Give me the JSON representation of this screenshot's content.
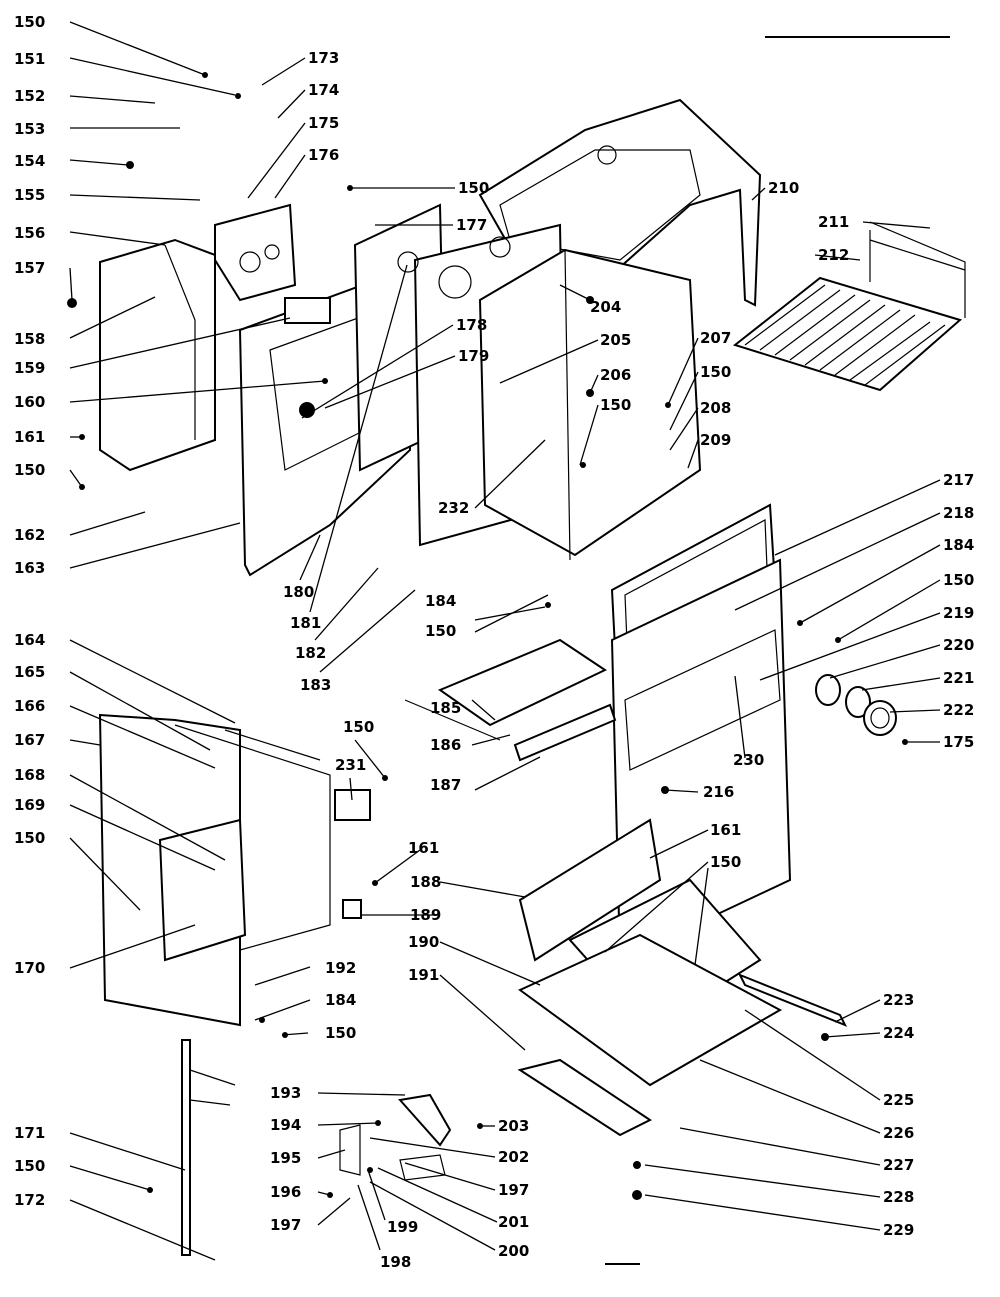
{
  "labels": [
    "150",
    "151",
    "152",
    "153",
    "154",
    "155",
    "156",
    "157",
    "158",
    "159",
    "160",
    "161",
    "150",
    "162",
    "163",
    "164",
    "165",
    "166",
    "167",
    "168",
    "169",
    "150",
    "170",
    "171",
    "150",
    "172",
    "173",
    "174",
    "175",
    "176",
    "150",
    "177",
    "178",
    "179",
    "180",
    "181",
    "182",
    "183",
    "150",
    "231",
    "161",
    "188",
    "189",
    "192",
    "184",
    "150",
    "193",
    "194",
    "195",
    "196",
    "197",
    "198",
    "199",
    "200",
    "201",
    "197",
    "202",
    "203",
    "204",
    "205",
    "206",
    "150",
    "232",
    "184",
    "150",
    "185",
    "186",
    "187",
    "207",
    "150",
    "208",
    "209",
    "210",
    "211",
    "212",
    "217",
    "218",
    "184",
    "150",
    "219",
    "220",
    "221",
    "222",
    "175",
    "230",
    "216",
    "161",
    "150",
    "190",
    "191",
    "223",
    "224",
    "225",
    "226",
    "227",
    "228",
    "229"
  ],
  "colors": {
    "ink": "#000000",
    "paper": "#ffffff"
  }
}
